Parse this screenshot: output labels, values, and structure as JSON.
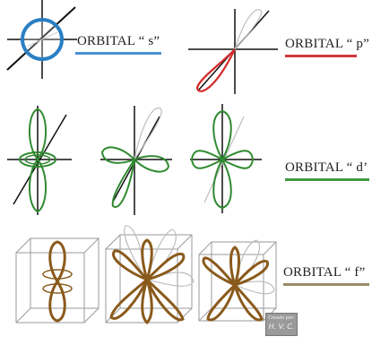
{
  "labels": {
    "s": "ORBITAL  “ s”",
    "p": "ORBITAL  “ p”",
    "d": "ORBITAL  “ d’",
    "f": "ORBITAL  “ f”"
  },
  "credit": {
    "line1": "Creado por:",
    "line2": "H. V. C."
  },
  "colors": {
    "s": "#2b7fc4",
    "p": "#d42a2a",
    "d": "#2f8a2f",
    "f": "#8a5a1c",
    "axis": "#111111",
    "ghost": "#bdbdbd",
    "box": "#9a9a9a"
  }
}
